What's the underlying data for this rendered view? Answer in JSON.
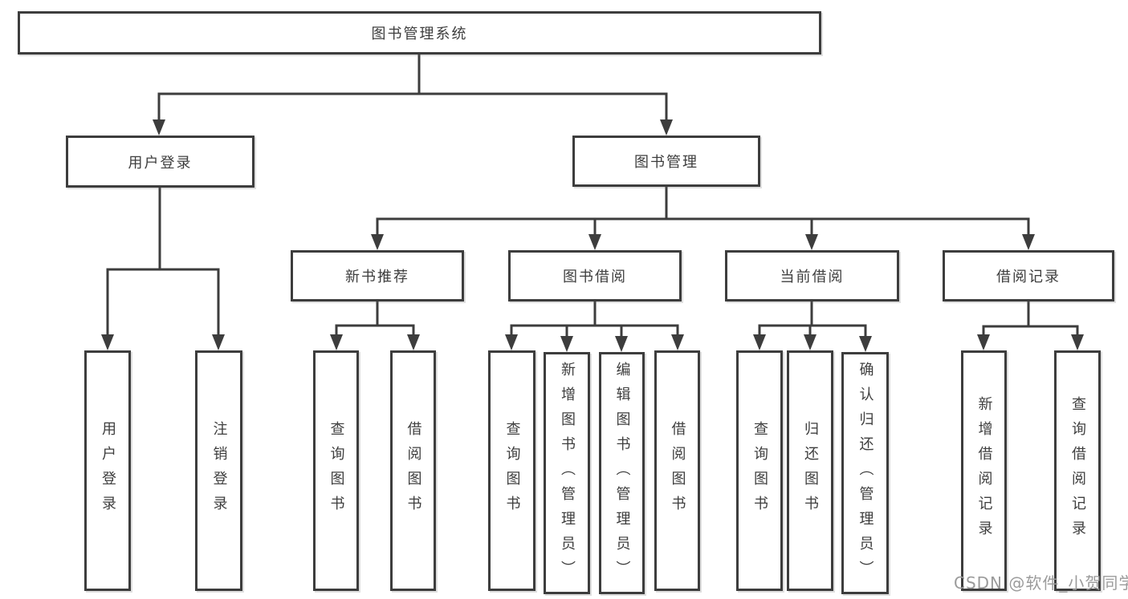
{
  "tree": {
    "label": "图书管理系统",
    "children": [
      {
        "label": "用户登录",
        "children": [
          {
            "label": "用户登录"
          },
          {
            "label": "注销登录"
          }
        ]
      },
      {
        "label": "图书管理",
        "children": [
          {
            "label": "新书推荐",
            "children": [
              {
                "label": "查询图书"
              },
              {
                "label": "借阅图书"
              }
            ]
          },
          {
            "label": "图书借阅",
            "children": [
              {
                "label": "查询图书"
              },
              {
                "label": "新增图书（管理员）"
              },
              {
                "label": "编辑图书（管理员）"
              },
              {
                "label": "借阅图书"
              }
            ]
          },
          {
            "label": "当前借阅",
            "children": [
              {
                "label": "查询图书"
              },
              {
                "label": "归还图书"
              },
              {
                "label": "确认归还（管理员）"
              }
            ]
          },
          {
            "label": "借阅记录",
            "children": [
              {
                "label": "新增借阅记录"
              },
              {
                "label": "查询借阅记录"
              }
            ]
          }
        ]
      }
    ]
  },
  "watermark": "CSDN @软件_小贺同学",
  "colors": {
    "line": "#3d3d3d",
    "text": "#3e3e3e",
    "watermark": "#9b9b9b"
  }
}
